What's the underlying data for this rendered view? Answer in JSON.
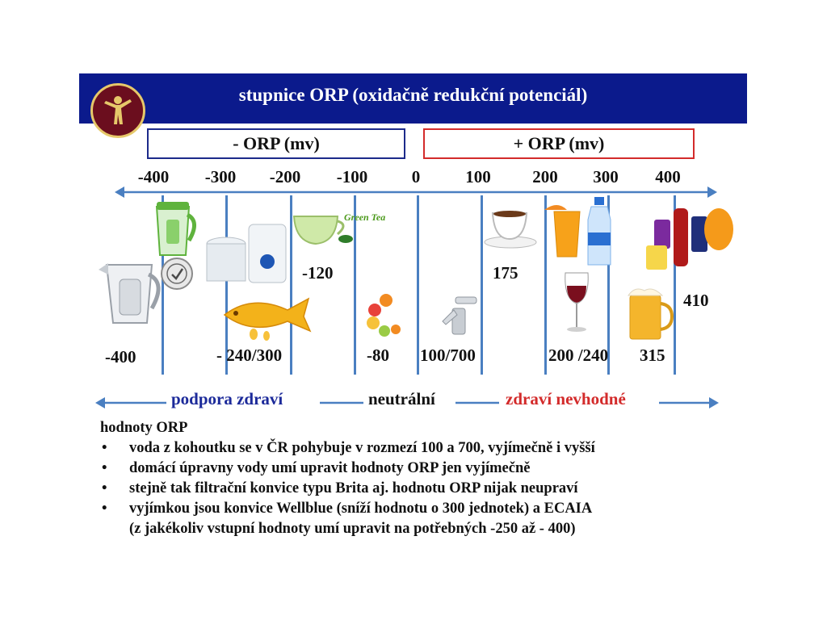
{
  "title": "stupnice ORP (oxidačně redukční potenciál)",
  "logo_icon": "vitality-figure-logo",
  "neg_box_label": "- ORP (mv)",
  "pos_box_label": "+ ORP (mv)",
  "scale_ticks": [
    "-400",
    "-300",
    "-200",
    "-100",
    "0",
    "100",
    "200",
    "300",
    "400"
  ],
  "colors": {
    "banner": "#0b1a8c",
    "axis": "#4a7fc1",
    "health_blue": "#1c2a9a",
    "unhealthy_red": "#d32b2b"
  },
  "items": [
    {
      "icon": "water-pitcher-icon",
      "value": "-400"
    },
    {
      "icon": "filter-jug-icon"
    },
    {
      "icon": "certificate-seal-icon"
    },
    {
      "icon": "water-filter-unit-icon"
    },
    {
      "icon": "fish-oil-icon",
      "value": "- 240/300"
    },
    {
      "icon": "green-tea-cup-icon",
      "value": "-120",
      "label": "Green Tea"
    },
    {
      "icon": "fruit-vegetable-icon",
      "value": "-80"
    },
    {
      "icon": "water-faucet-icon",
      "value": "100/700"
    },
    {
      "icon": "coffee-cup-icon",
      "value": "175"
    },
    {
      "icon": "juice-glass-icon"
    },
    {
      "icon": "water-bottle-icon"
    },
    {
      "icon": "wine-glass-icon",
      "value": "200 /240"
    },
    {
      "icon": "beer-mug-icon",
      "value": "315"
    },
    {
      "icon": "soft-drinks-icon",
      "value": "410"
    }
  ],
  "zones": {
    "healthy": "podpora zdraví",
    "neutral": "neutrální",
    "unhealthy": "zdraví nevhodné"
  },
  "notes": {
    "heading": "hodnoty ORP",
    "bullets": [
      "voda z kohoutku se v ČR pohybuje v rozmezí 100 a 700, vyjímečně i vyšší",
      "domácí úpravny vody umí upravit hodnoty ORP jen vyjímečně",
      "stejně tak filtrační konvice typu Brita aj. hodnotu ORP nijak neupraví",
      "vyjímkou jsou konvice Wellblue (sníží hodnotu o 300 jednotek)  a ECAIA"
    ],
    "continuation": "(z jakékoliv vstupní hodnoty umí upravit na potřebných -250 až - 400)"
  }
}
